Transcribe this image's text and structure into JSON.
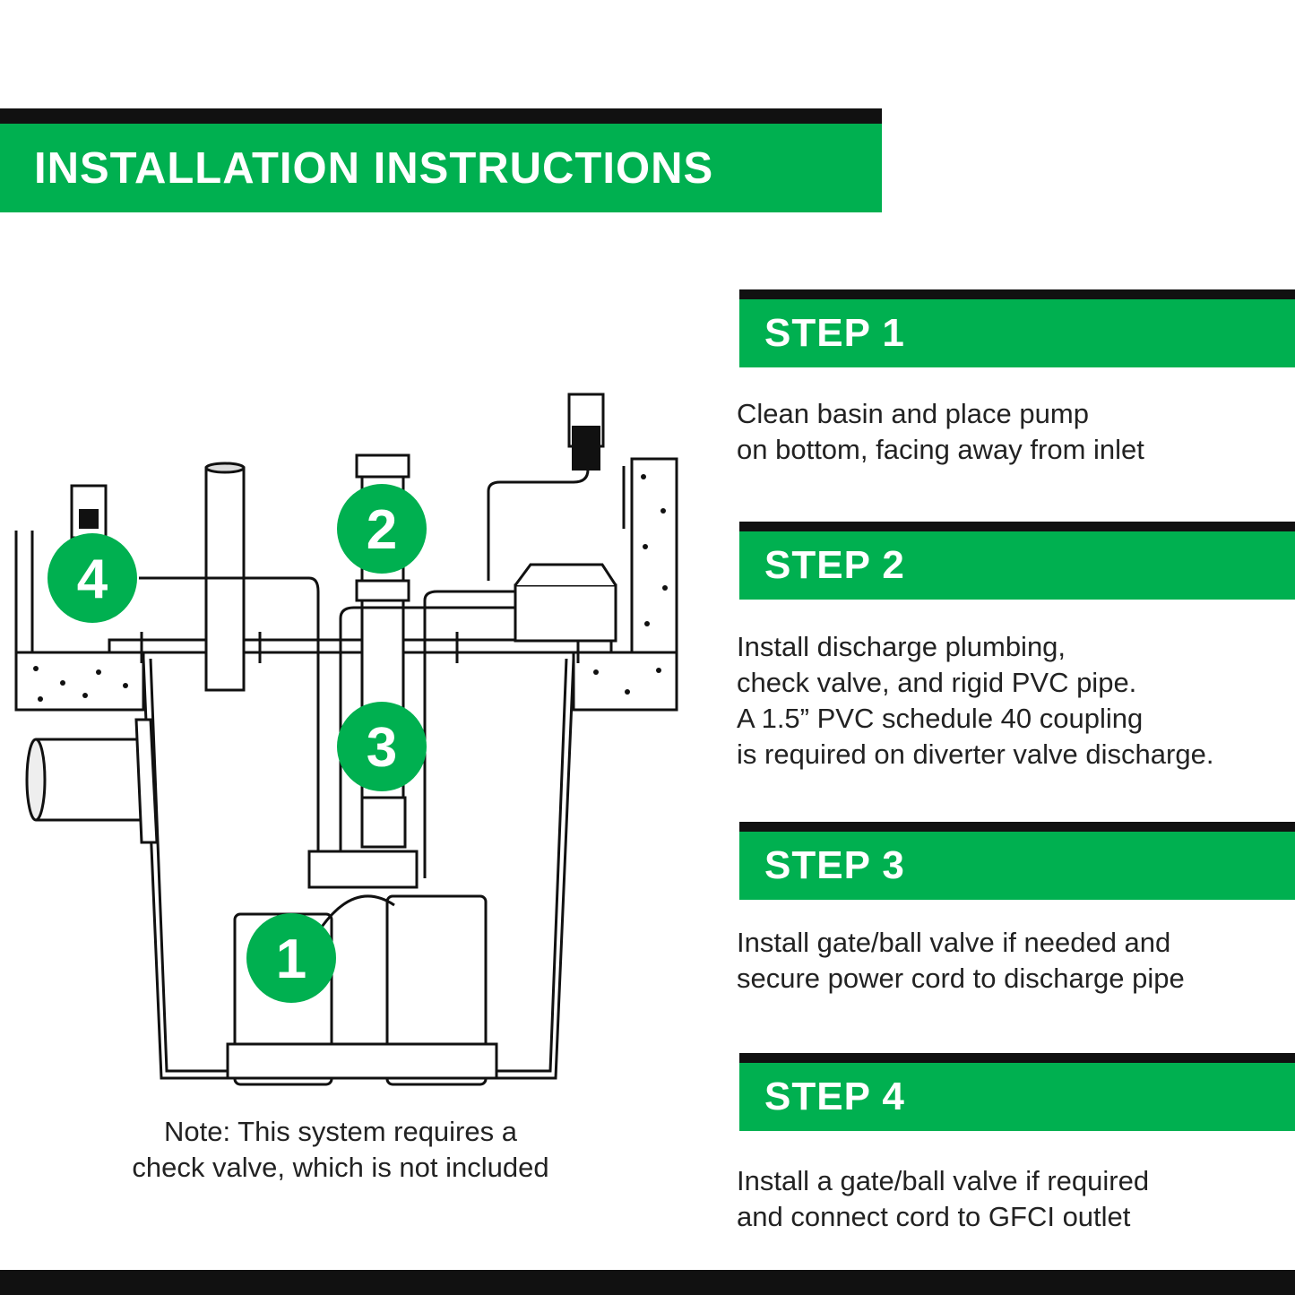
{
  "title": "INSTALLATION INSTRUCTIONS",
  "steps": [
    {
      "label": "STEP 1",
      "lines": [
        "Clean basin and place pump",
        "on bottom, facing away from inlet"
      ]
    },
    {
      "label": "STEP 2",
      "lines": [
        "Install discharge plumbing,",
        "check valve, and rigid PVC pipe.",
        "A 1.5” PVC schedule 40 coupling",
        "is required on diverter valve discharge."
      ]
    },
    {
      "label": "STEP 3",
      "lines": [
        "Install gate/ball valve if needed and",
        "secure power cord to discharge pipe"
      ]
    },
    {
      "label": "STEP 4",
      "lines": [
        "Install a gate/ball valve if required",
        "and connect cord to GFCI outlet"
      ]
    }
  ],
  "note": {
    "lines": [
      "Note: This system requires a",
      "check valve, which is not included"
    ]
  },
  "badges": [
    "1",
    "2",
    "3",
    "4"
  ],
  "colors": {
    "accent": "#00b050",
    "bar": "#111111",
    "text": "#222222"
  }
}
